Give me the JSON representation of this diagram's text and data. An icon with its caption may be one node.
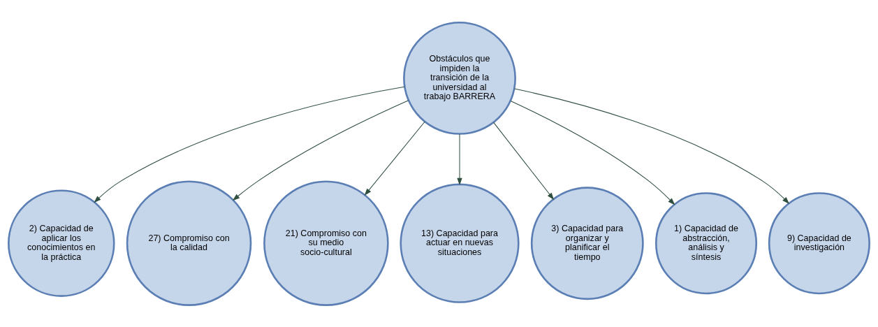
{
  "diagram": {
    "nodes": [
      {
        "text": [
          "Obstáculos que impiden la transición de la universidad al trabajo BARRERA"
        ]
      },
      {
        "text": [
          "2) Capacidad de aplicar los conocimientos en la práctica"
        ]
      },
      {
        "text": [
          "27) Compromiso con la calidad"
        ]
      },
      {
        "text": [
          "21) Compromiso con su medio socio-cultural"
        ]
      },
      {
        "text": [
          "13) Capacidad para actuar en nuevas situaciones"
        ]
      },
      {
        "text": [
          "3) Capacidad para organizar y planificar el tiempo"
        ]
      },
      {
        "text": [
          "1) Capacidad de abstracción, análisis y síntesis"
        ]
      },
      {
        "text": [
          "9) Capacidad de investigación"
        ]
      }
    ],
    "edges": [
      {
        "from": 0,
        "to": 1,
        "arrow": "to"
      },
      {
        "from": 0,
        "to": 2,
        "arrow": "to"
      },
      {
        "from": 0,
        "to": 3,
        "arrow": "to"
      },
      {
        "from": 0,
        "to": 4,
        "arrow": "to"
      },
      {
        "from": 0,
        "to": 5,
        "arrow": "to"
      },
      {
        "from": 0,
        "to": 6,
        "arrow": "to"
      },
      {
        "from": 0,
        "to": 7,
        "arrow": "to"
      }
    ]
  }
}
